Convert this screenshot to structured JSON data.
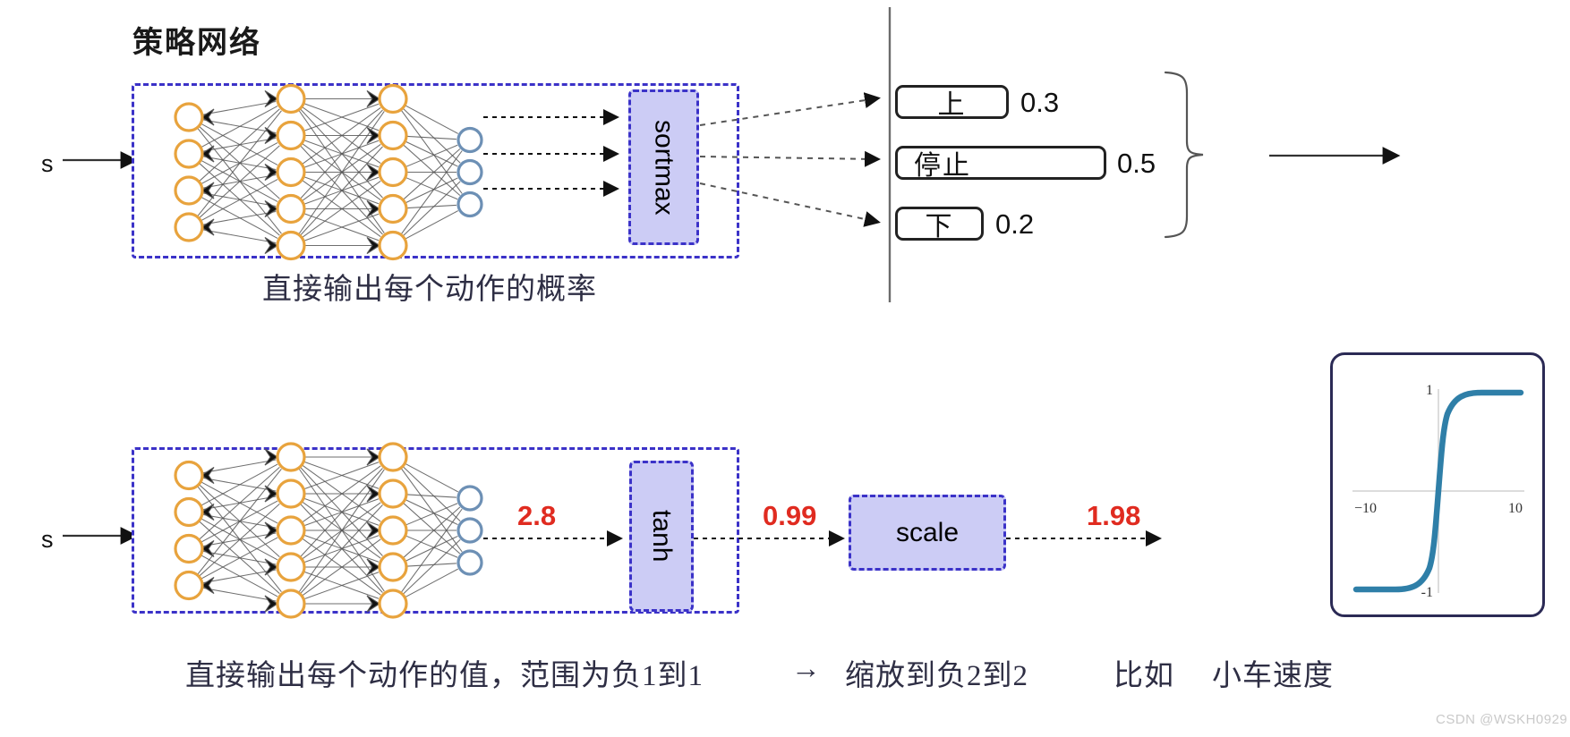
{
  "title": "策略网络",
  "watermark": "CSDN @WSKH0929",
  "discrete": {
    "input_label": "s",
    "activation_label": "sortmax",
    "caption": "直接输出每个动作的概率",
    "actions": [
      {
        "name": "上",
        "prob": "0.3"
      },
      {
        "name": "停止",
        "prob": "0.5"
      },
      {
        "name": "下",
        "prob": "0.2"
      }
    ]
  },
  "continuous": {
    "input_label": "s",
    "value_pre_tanh": "2.8",
    "activation_label": "tanh",
    "value_post_tanh": "0.99",
    "scale_label": "scale",
    "value_scaled": "1.98",
    "caption_1": "直接输出每个动作的值，范围为负1到1",
    "caption_arrow": "→",
    "caption_2": "缩放到负2到2",
    "caption_3": "比如",
    "caption_4": "小车速度"
  },
  "plot": {
    "type": "line",
    "title": "tanh",
    "x_ticks": [
      "−10",
      "10"
    ],
    "y_ticks": [
      "1",
      "-1"
    ],
    "xlim": [
      -10,
      10
    ],
    "ylim": [
      -1,
      1
    ],
    "line_color": "#2f7fa8"
  },
  "network": {
    "layers": [
      {
        "name": "input",
        "count": 4,
        "color": "#e8a33d"
      },
      {
        "name": "hidden1",
        "count": 5,
        "color": "#e8a33d"
      },
      {
        "name": "hidden2",
        "count": 5,
        "color": "#e8a33d"
      },
      {
        "name": "output",
        "count": 3,
        "color": "#6d90b5"
      }
    ]
  },
  "colors": {
    "dashed_border": "#3b32c8",
    "activation_fill": "#ccccf5",
    "node_orange": "#e8a33d",
    "node_blue": "#6d90b5",
    "red_value": "#e02b20",
    "caption_text": "#2e2e44"
  }
}
